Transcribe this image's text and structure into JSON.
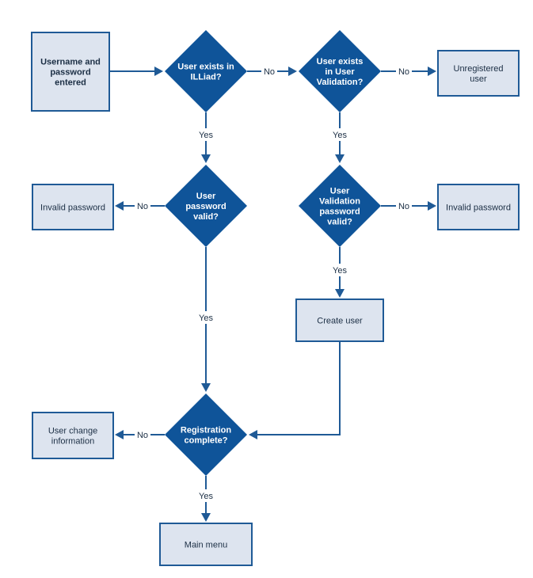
{
  "nodes": {
    "start": {
      "lines": [
        "Username and",
        "password",
        "entered"
      ]
    },
    "exists_illiad": {
      "lines": [
        "User exists in",
        "ILLiad?"
      ]
    },
    "exists_validation": {
      "lines": [
        "User exists",
        "in User",
        "Validation?"
      ]
    },
    "unregistered": {
      "lines": [
        "Unregistered",
        "user"
      ]
    },
    "pw_valid": {
      "lines": [
        "User",
        "password",
        "valid?"
      ]
    },
    "invalid_left": {
      "lines": [
        "Invalid password"
      ]
    },
    "validation_pw_valid": {
      "lines": [
        "User",
        "Validation",
        "password",
        "valid?"
      ]
    },
    "invalid_right": {
      "lines": [
        "Invalid password"
      ]
    },
    "create_user": {
      "lines": [
        "Create user"
      ]
    },
    "registration_complete": {
      "lines": [
        "Registration",
        "complete?"
      ]
    },
    "user_change": {
      "lines": [
        "User change",
        "information"
      ]
    },
    "main_menu": {
      "lines": [
        "Main menu"
      ]
    }
  },
  "edge_labels": {
    "e_illiad_no": "No",
    "e_validation_no": "No",
    "e_illiad_yes": "Yes",
    "e_validation_yes": "Yes",
    "e_pw_no": "No",
    "e_vpw_no": "No",
    "e_pw_yes": "Yes",
    "e_vpw_yes": "Yes",
    "e_reg_no": "No",
    "e_reg_yes": "Yes"
  },
  "colors": {
    "box_fill": "#dde4ef",
    "box_border": "#1f5a96",
    "decision_fill": "#0f5499",
    "connector": "#1f5a96",
    "text_dark": "#1b2e44",
    "text_light": "#ffffff"
  }
}
